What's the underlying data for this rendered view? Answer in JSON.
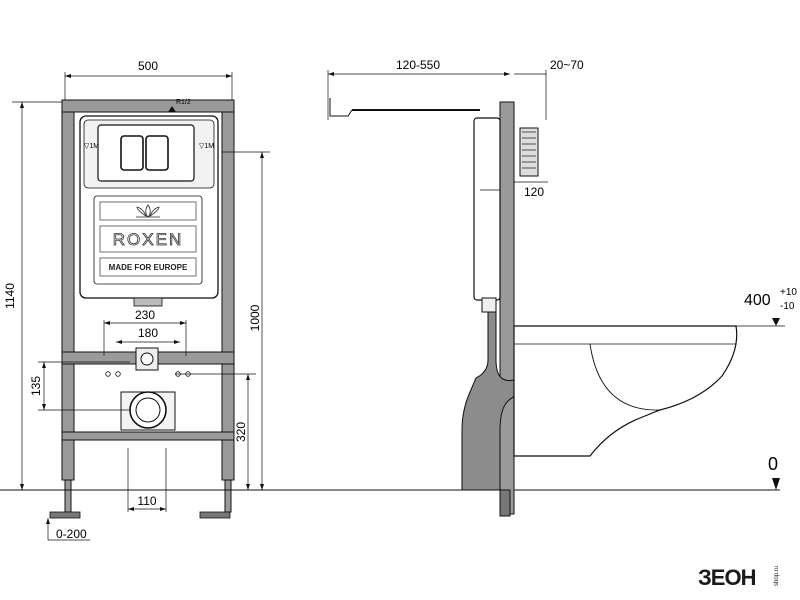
{
  "dimensions": {
    "width": "500",
    "height": "1140",
    "frame_height": "1000",
    "pipe_230": "230",
    "pipe_180": "180",
    "pipe_135": "135",
    "outlet_320": "320",
    "foot_110": "110",
    "foot_adjust": "0-200",
    "wall_depth": "120-550",
    "wall_thickness": "20~70",
    "button_120": "120",
    "bowl_height": "400",
    "bowl_tol_plus": "+10",
    "bowl_tol_minus": "-10",
    "floor_level": "0"
  },
  "labels": {
    "inlet": "R1/2",
    "left_tag": "▽1M",
    "right_tag": "▽1M",
    "brand": "ROXEN",
    "made_for": "MADE FOR EUROPE"
  },
  "logo": {
    "text": "ЗЕОН",
    "sub": "shop.ru"
  },
  "colors": {
    "frame": "#9a9a9a",
    "pipe": "#8c8c8c",
    "line": "#111111"
  }
}
